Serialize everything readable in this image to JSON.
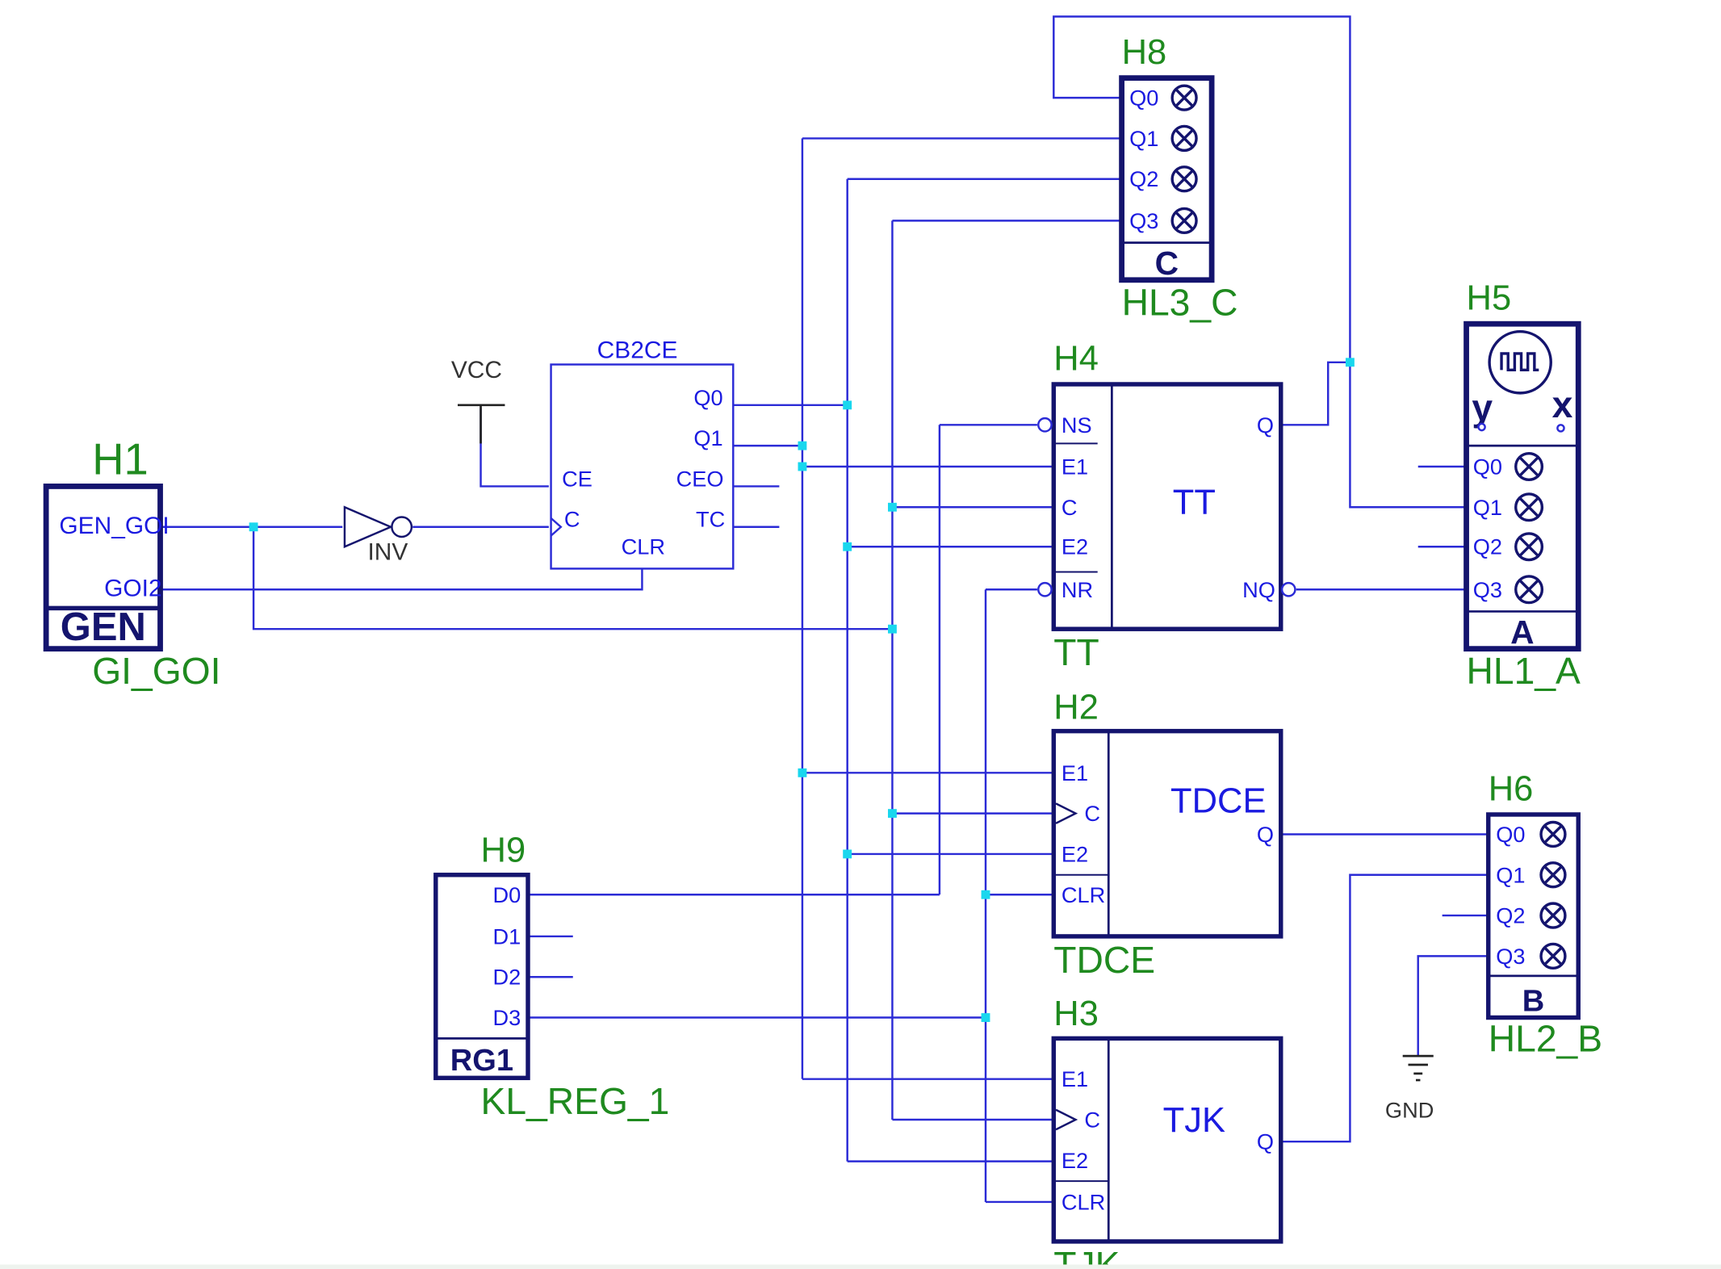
{
  "components": {
    "gen": {
      "ref": "H1",
      "name": "GEN",
      "label": "GI_GOI",
      "pins": [
        "GEN_GOI",
        "GOI2"
      ]
    },
    "inv": {
      "name": "INV"
    },
    "vcc": {
      "name": "VCC"
    },
    "cb2ce": {
      "name": "CB2CE",
      "pins_left": [
        "CE",
        "C",
        "CLR"
      ],
      "pins_right": [
        "Q0",
        "Q1",
        "CEO",
        "TC"
      ]
    },
    "hl3": {
      "ref": "H8",
      "name": "C",
      "label": "HL3_C",
      "pins": [
        "Q0",
        "Q1",
        "Q2",
        "Q3"
      ]
    },
    "tt": {
      "ref": "H4",
      "name": "TT",
      "label": "TT",
      "pins_left": [
        "NS",
        "E1",
        "C",
        "E2",
        "NR"
      ],
      "pins_right": [
        "Q",
        "NQ"
      ]
    },
    "hl1": {
      "ref": "H5",
      "name": "A",
      "label": "HL1_A",
      "pins": [
        "Q0",
        "Q1",
        "Q2",
        "Q3"
      ],
      "axis": [
        "y",
        "x"
      ]
    },
    "tdce": {
      "ref": "H2",
      "name": "TDCE",
      "label": "TDCE",
      "pins_left": [
        "E1",
        "C",
        "E2",
        "CLR"
      ],
      "pins_right": [
        "Q"
      ]
    },
    "hl2": {
      "ref": "H6",
      "name": "B",
      "label": "HL2_B",
      "pins": [
        "Q0",
        "Q1",
        "Q2",
        "Q3"
      ]
    },
    "rg1": {
      "ref": "H9",
      "name": "RG1",
      "label": "KL_REG_1",
      "pins": [
        "D0",
        "D1",
        "D2",
        "D3"
      ]
    },
    "tjk": {
      "ref": "H3",
      "name": "TJK",
      "label": "TJK",
      "pins_left": [
        "E1",
        "C",
        "E2",
        "CLR"
      ],
      "pins_right": [
        "Q"
      ]
    },
    "gnd": {
      "name": "GND"
    }
  },
  "colors": {
    "wire": "#2b2bd6",
    "block": "#14146e",
    "label": "#1f8a1f",
    "junction": "#19d7ee",
    "pin_text": "#1a1ae0"
  }
}
